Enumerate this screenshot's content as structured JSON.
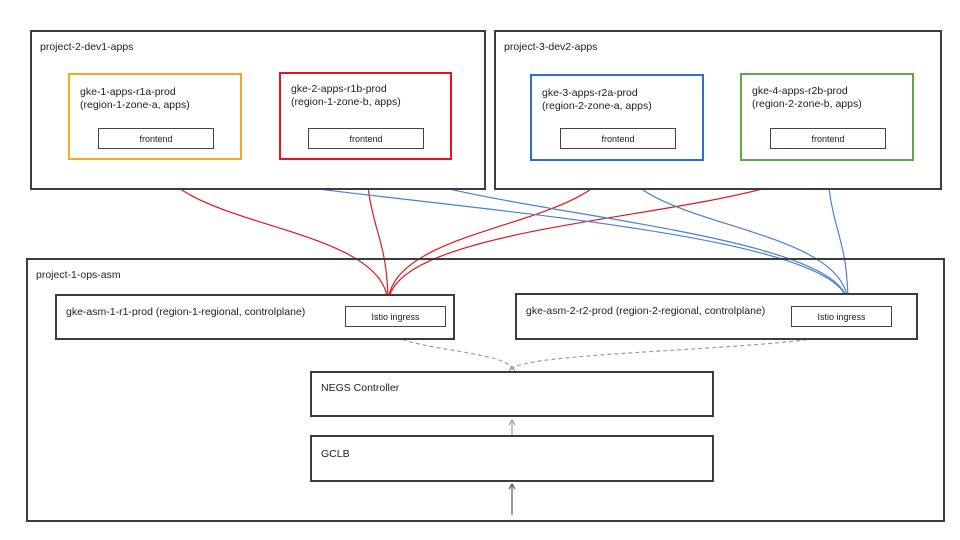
{
  "projects": {
    "dev1": "project-2-dev1-apps",
    "dev2": "project-3-dev2-apps",
    "ops": "project-1-ops-asm"
  },
  "clusters": [
    {
      "name": "gke-1-apps-r1a-prod",
      "detail": "(region-1-zone-a, apps)",
      "color": "#f9a825",
      "service": "frontend"
    },
    {
      "name": "gke-2-apps-r1b-prod",
      "detail": "(region-1-zone-b, apps)",
      "color": "#e8141b",
      "service": "frontend"
    },
    {
      "name": "gke-3-apps-r2a-prod",
      "detail": "(region-2-zone-a, apps)",
      "color": "#2f6fd0",
      "service": "frontend"
    },
    {
      "name": "gke-4-apps-r2b-prod",
      "detail": "(region-2-zone-b, apps)",
      "color": "#5fa84a",
      "service": "frontend"
    }
  ],
  "asm": [
    {
      "name": "gke-asm-1-r1-prod (region-1-regional, controlplane)",
      "ingress": "Istio ingress"
    },
    {
      "name": "gke-asm-2-r2-prod (region-2-regional, controlplane)",
      "ingress": "Istio ingress"
    }
  ],
  "negs": "NEGS Controller",
  "gclb": "GCLB",
  "colors": {
    "region1_link": "#e3161b",
    "region2_link": "#4a7fd6",
    "dashed": "#9e9e9e",
    "border": "#3c3c3c"
  }
}
